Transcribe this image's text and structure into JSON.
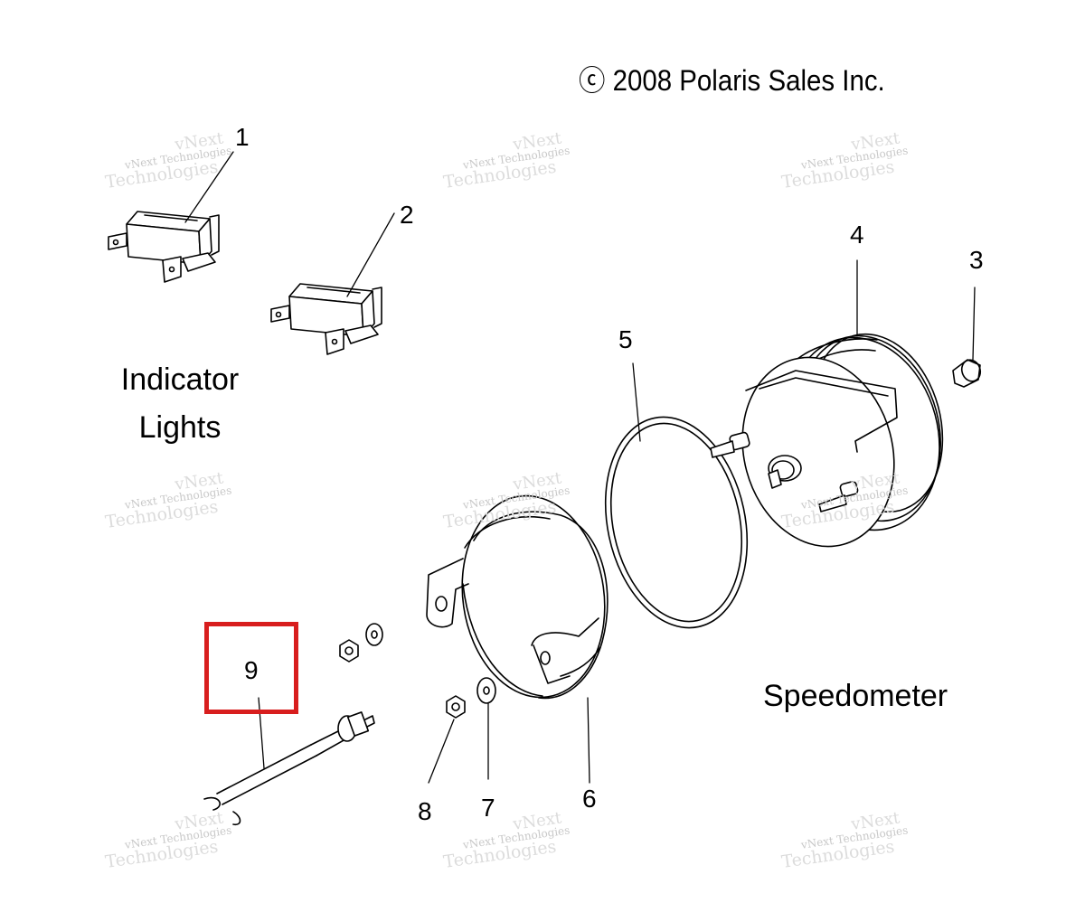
{
  "copyright": "ⓒ 2008 Polaris Sales Inc.",
  "captions": {
    "indicator_line1": "Indicator",
    "indicator_line2": "Lights",
    "speedometer": "Speedometer"
  },
  "callouts": {
    "c1": "1",
    "c2": "2",
    "c3": "3",
    "c4": "4",
    "c5": "5",
    "c6": "6",
    "c7": "7",
    "c8": "8",
    "c9": "9"
  },
  "watermark": {
    "line1": "vNext Technologies",
    "line2": "Technologies",
    "line3": "vNext"
  },
  "colors": {
    "highlight": "#d81e1e",
    "line": "#000000",
    "watermark": "#c8c8c8"
  }
}
